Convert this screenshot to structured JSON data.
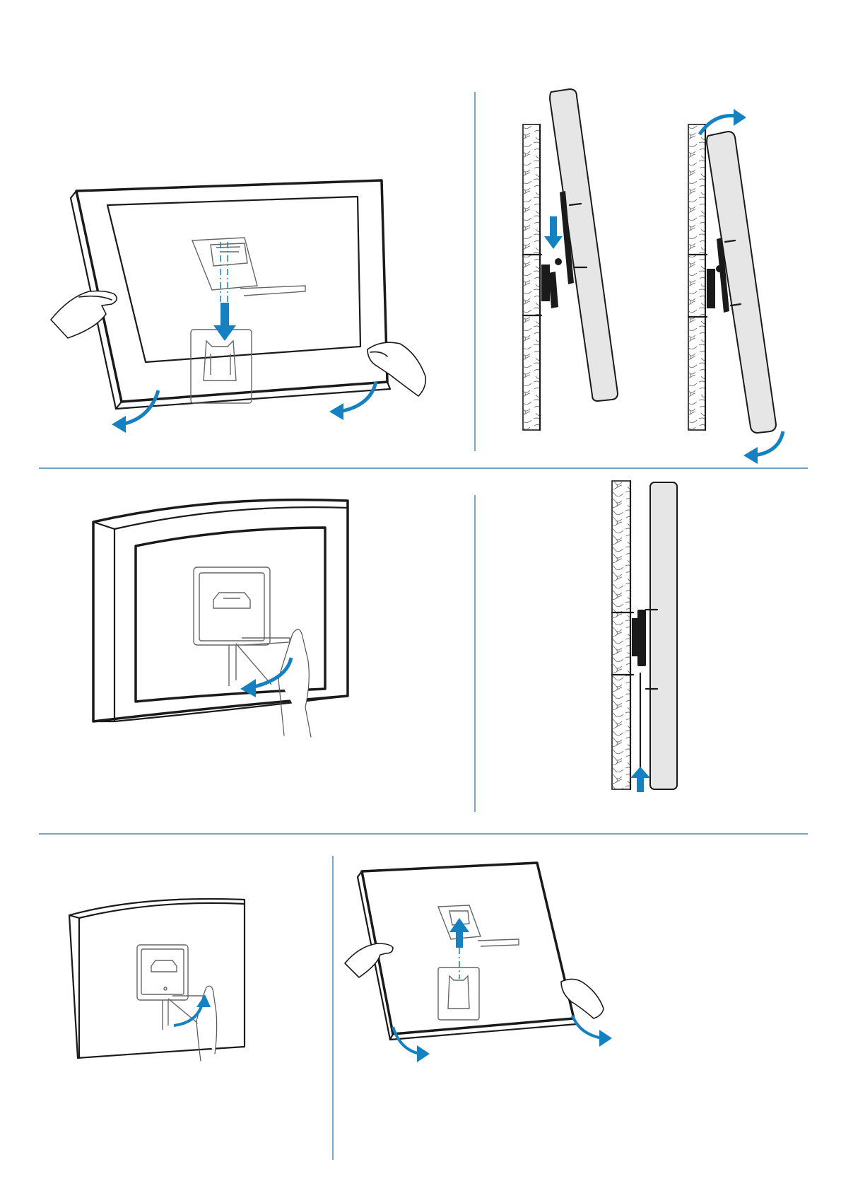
{
  "colors": {
    "accent": "#1681c0",
    "separator": "#1b6fa0",
    "ink": "#1a1a1a",
    "panel_fill": "#e6e6e6"
  },
  "figures": [
    {
      "name": "fig-attach-bracket-lower",
      "icons": [
        "hand-icon",
        "arrow-down-icon",
        "curved-arrow-icon"
      ]
    },
    {
      "name": "fig-hang-on-wall-side",
      "icons": [
        "arrow-down-icon",
        "curved-arrow-icon"
      ]
    },
    {
      "name": "fig-lock-lever",
      "icons": [
        "hand-icon",
        "curved-arrow-icon"
      ]
    },
    {
      "name": "fig-mounted-side",
      "icons": [
        "arrow-up-icon"
      ]
    },
    {
      "name": "fig-release-lever",
      "icons": [
        "hand-icon",
        "curved-arrow-icon"
      ]
    },
    {
      "name": "fig-lift-off",
      "icons": [
        "hand-icon",
        "arrow-up-icon",
        "curved-arrow-icon"
      ]
    }
  ]
}
